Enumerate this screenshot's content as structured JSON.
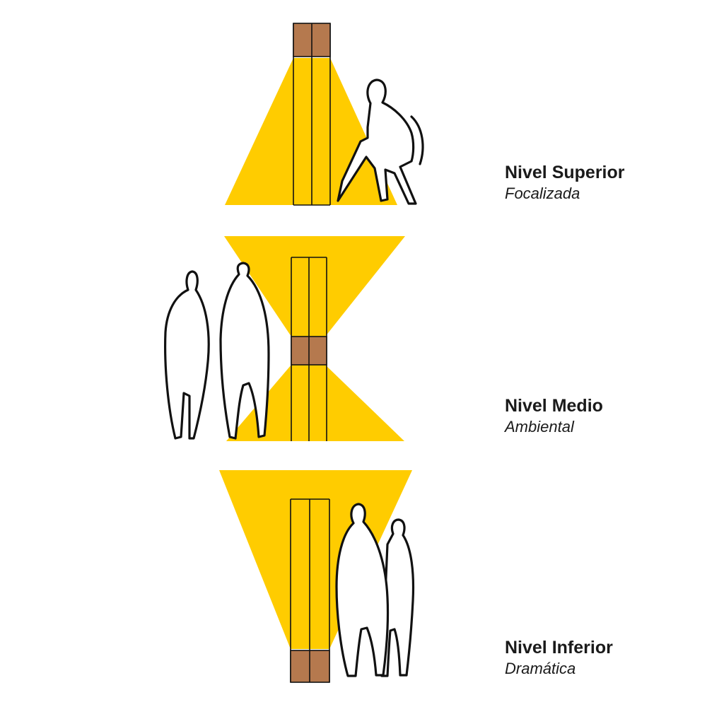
{
  "colors": {
    "light": "#ffcc00",
    "lamp": "#b5794e",
    "outline": "#111111",
    "text": "#1a1a1a"
  },
  "levels": [
    {
      "title": "Nivel Superior",
      "subtitle": "Focalizada"
    },
    {
      "title": "Nivel Medio",
      "subtitle": "Ambiental"
    },
    {
      "title": "Nivel Inferior",
      "subtitle": "Dramática"
    }
  ]
}
